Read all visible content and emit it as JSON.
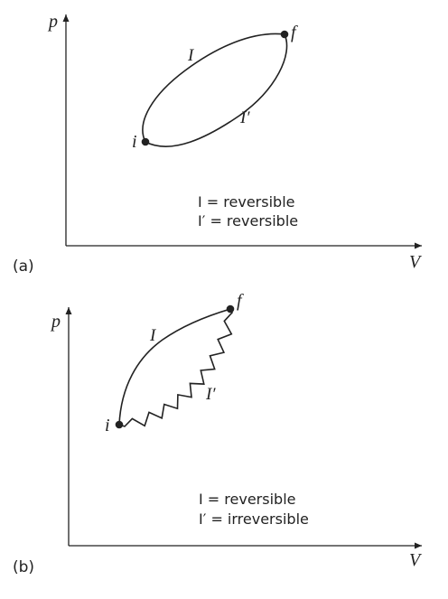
{
  "panels": [
    {
      "label": "(a)",
      "y_axis": "p",
      "x_axis": "V",
      "point_i": "i",
      "point_f": "f",
      "path_upper": "I",
      "path_lower": "I′",
      "legend_line1": "I = reversible",
      "legend_line2": "I′ = reversible"
    },
    {
      "label": "(b)",
      "y_axis": "p",
      "x_axis": "V",
      "point_i": "i",
      "point_f": "f",
      "path_upper": "I",
      "path_lower": "I′",
      "legend_line1": "I = reversible",
      "legend_line2": "I′ = irreversible"
    }
  ],
  "colors": {
    "ink": "#222222",
    "background": "#ffffff"
  },
  "icons": {
    "arrowhead": "triangle-arrowhead-icon",
    "state_point": "filled-dot-icon"
  }
}
